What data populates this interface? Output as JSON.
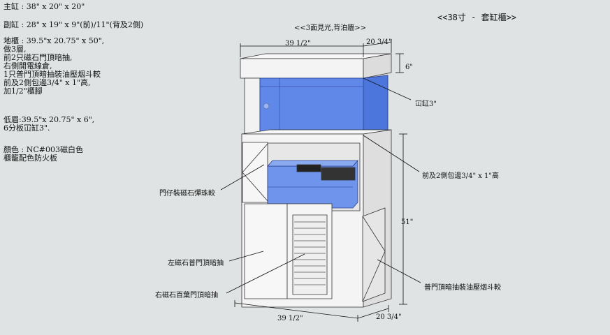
{
  "specs": {
    "main_tank": "主缸 : 38\" x 20\" x 20\"",
    "sump_tank": "副缸 : 28\" x 19\" x 9\"(前)/11\"(背及2側)",
    "cabinet": "地櫃 : 39.5\"x 20.75\" x 50\",\n做3層,\n前2只磁石門頂暗抽,\n右側開電線倉,\n1只普門頂暗抽裝油壓烟斗較\n前及2側包邊3/4\" x 1\"高,\n加1/2\"櫃腳",
    "canopy": "低眉:39.5\"x 20.75\" x 6\",\n6分板冚缸3\".",
    "color": "顏色 : NC#003磁白色\n櫃籠配色防火板"
  },
  "title": "<<38寸 - 套缸櫃>>",
  "top_note": "<<3面見光,背泊牆>>",
  "dimensions": {
    "top_width": "39 1/2\"",
    "top_depth": "20 3/4\"",
    "canopy_height": "6\"",
    "cabinet_height": "51\"",
    "bottom_width": "39 1/2\"",
    "bottom_depth": "20 3/4\""
  },
  "callouts": {
    "cover_tank": "冚缸3\"",
    "trim": "前及2側包邊3/4\" x 1\"高",
    "door_hinge": "門仔裝磁石彈珠較",
    "left_door": "左磁石普門頂暗抽",
    "right_door": "右磁石百葉門頂暗抽",
    "side_door": "普門頂暗抽裝油壓烟斗較"
  },
  "colors": {
    "background": "#dfe3e3",
    "cabinet": "#f4f4f4",
    "cabinet_shade": "#e2e2e2",
    "glass": "#5f88e8",
    "glass_dark": "#3d64c8"
  }
}
